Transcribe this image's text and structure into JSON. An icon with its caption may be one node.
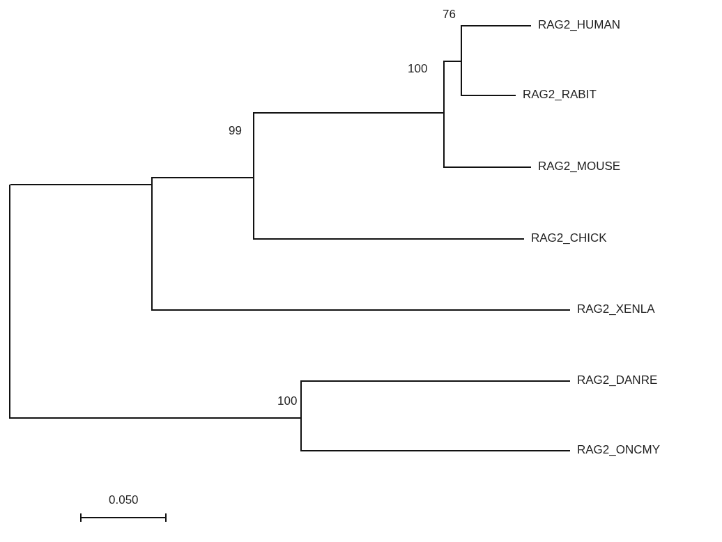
{
  "diagram": {
    "nodes": [
      {
        "text": [],
        "shape": "bar"
      },
      {
        "text": [],
        "shape": "bar"
      },
      {
        "text": [],
        "shape": "bar",
        "beside": [
          "99"
        ]
      },
      {
        "text": [],
        "shape": "bar",
        "beside": [
          "100"
        ]
      },
      {
        "text": [],
        "shape": "bar",
        "beside": [
          "76"
        ]
      },
      {
        "text": [],
        "shape": "bar",
        "beside": [
          "100"
        ]
      },
      {
        "text": [
          "RAG2_HUMAN"
        ]
      },
      {
        "text": [
          "RAG2_RABIT"
        ]
      },
      {
        "text": [
          "RAG2_MOUSE"
        ]
      },
      {
        "text": [
          "RAG2_CHICK"
        ]
      },
      {
        "text": [
          "RAG2_XENLA"
        ]
      },
      {
        "text": [
          "RAG2_DANRE"
        ]
      },
      {
        "text": [
          "RAG2_ONCMY"
        ]
      }
    ],
    "edges": [
      {
        "from": 0,
        "to": 1,
        "arrow": "none"
      },
      {
        "from": 0,
        "to": 5,
        "arrow": "none"
      },
      {
        "from": 1,
        "to": 2,
        "arrow": "none"
      },
      {
        "from": 1,
        "to": 10,
        "arrow": "none"
      },
      {
        "from": 2,
        "to": 3,
        "arrow": "none"
      },
      {
        "from": 2,
        "to": 9,
        "arrow": "none"
      },
      {
        "from": 3,
        "to": 4,
        "arrow": "none"
      },
      {
        "from": 3,
        "to": 8,
        "arrow": "none"
      },
      {
        "from": 4,
        "to": 6,
        "arrow": "none"
      },
      {
        "from": 4,
        "to": 7,
        "arrow": "none"
      },
      {
        "from": 5,
        "to": 11,
        "arrow": "none"
      },
      {
        "from": 5,
        "to": 12,
        "arrow": "none"
      }
    ],
    "labels": [
      "0.050"
    ]
  }
}
